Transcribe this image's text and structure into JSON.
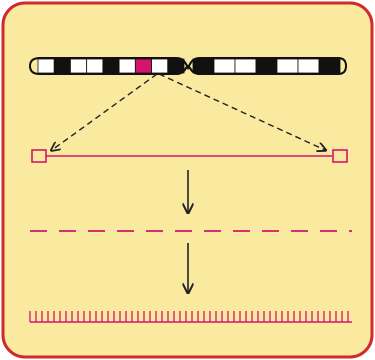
{
  "colors": {
    "panel_fill": "#faeaa0",
    "panel_border": "#d02a2a",
    "magenta": "#d4146e",
    "black": "#111111",
    "arrow": "#222222",
    "chromosome_fill": "#ffffff"
  },
  "diagram": {
    "chromosome": {
      "marked_band": "magenta",
      "band_pattern": [
        "white",
        "black",
        "white",
        "white",
        "black",
        "white",
        "magenta",
        "white",
        "black",
        "centromere",
        "black",
        "white",
        "white",
        "black",
        "white",
        "white",
        "black"
      ]
    },
    "fragment": {
      "ends": "boxed",
      "style": "solid"
    },
    "middle_line": {
      "style": "dashed"
    },
    "final_line": {
      "style": "comb"
    },
    "steps": [
      "chromosome",
      "fragment",
      "dashed-line",
      "comb-line"
    ],
    "icons": [
      "dashed-arrow-left-icon",
      "dashed-arrow-right-icon",
      "down-arrow-icon",
      "down-arrow-icon"
    ]
  }
}
